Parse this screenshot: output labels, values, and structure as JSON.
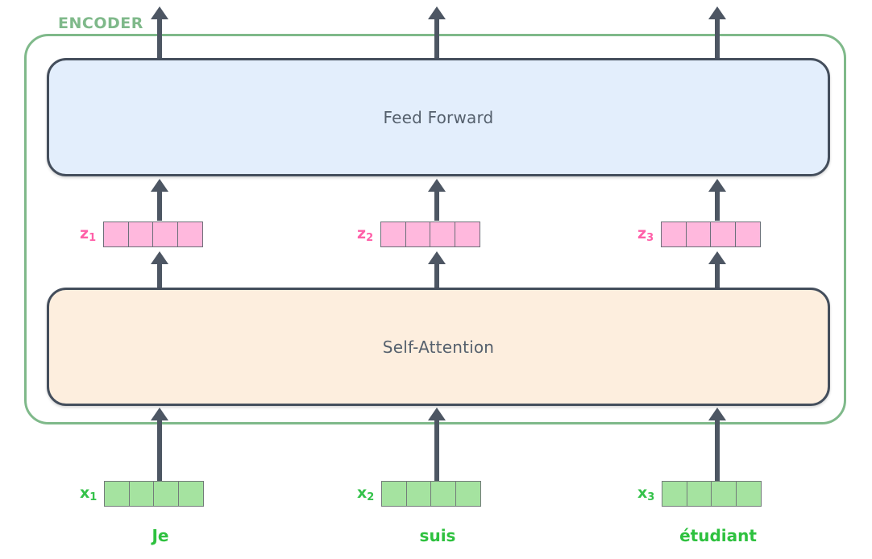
{
  "diagram": {
    "encoder_label": "ENCODER",
    "layers": [
      {
        "name": "feed-forward",
        "title": "Feed Forward"
      },
      {
        "name": "self-attention",
        "title": "Self-Attention"
      }
    ],
    "columns": [
      {
        "z_label": "z",
        "z_sub": "1",
        "x_label": "x",
        "x_sub": "1",
        "word": "Je"
      },
      {
        "z_label": "z",
        "z_sub": "2",
        "x_label": "x",
        "x_sub": "2",
        "word": "suis"
      },
      {
        "z_label": "z",
        "z_sub": "3",
        "x_label": "x",
        "x_sub": "3",
        "word": "étudiant"
      }
    ],
    "vector_cells": 4,
    "colors": {
      "encoder_border": "#7fb98a",
      "encoder_text": "#7fb98a",
      "feed_forward_fill": "#e3eefc",
      "self_attention_fill": "#fdeede",
      "layer_border": "#444e5c",
      "layer_text": "#55606d",
      "z_vector_fill": "#ffb8dd",
      "z_label_text": "#ff5fa8",
      "x_vector_fill": "#a5e3a0",
      "x_label_text": "#34c24a",
      "word_text": "#2ec13f",
      "arrow": "#4d5663"
    }
  }
}
